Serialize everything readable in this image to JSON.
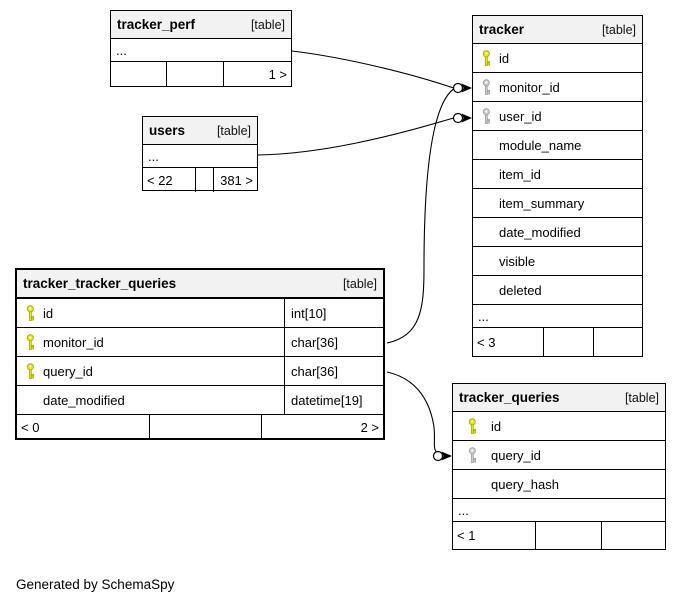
{
  "diagram": {
    "generated_by": "Generated by SchemaSpy",
    "colors": {
      "primary_key": "#e8e800",
      "primary_key_edge": "#a0a000",
      "foreign_key": "#cccccc",
      "foreign_key_edge": "#999999",
      "header_bg": "#f2f2f2",
      "line": "#000000"
    },
    "tables": [
      {
        "id": "tracker_perf",
        "name": "tracker_perf",
        "type_label": "[table]",
        "ellipsis": "...",
        "columns": [],
        "footer": [
          "",
          "",
          "1 >"
        ]
      },
      {
        "id": "users",
        "name": "users",
        "type_label": "[table]",
        "ellipsis": "...",
        "columns": [],
        "footer": [
          "< 22",
          "",
          "381 >"
        ]
      },
      {
        "id": "tracker",
        "name": "tracker",
        "type_label": "[table]",
        "ellipsis": "...",
        "columns": [
          {
            "name": "id",
            "key": "pk"
          },
          {
            "name": "monitor_id",
            "key": "fk"
          },
          {
            "name": "user_id",
            "key": "fk"
          },
          {
            "name": "module_name"
          },
          {
            "name": "item_id"
          },
          {
            "name": "item_summary"
          },
          {
            "name": "date_modified"
          },
          {
            "name": "visible"
          },
          {
            "name": "deleted"
          }
        ],
        "footer": [
          "< 3",
          "",
          ""
        ]
      },
      {
        "id": "tracker_tracker_queries",
        "name": "tracker_tracker_queries",
        "type_label": "[table]",
        "has_types": true,
        "columns": [
          {
            "name": "id",
            "key": "pk",
            "type": "int[10]"
          },
          {
            "name": "monitor_id",
            "key": "pk",
            "type": "char[36]"
          },
          {
            "name": "query_id",
            "key": "pk",
            "type": "char[36]"
          },
          {
            "name": "date_modified",
            "type": "datetime[19]"
          }
        ],
        "footer": [
          "< 0",
          "",
          "2 >"
        ]
      },
      {
        "id": "tracker_queries",
        "name": "tracker_queries",
        "type_label": "[table]",
        "ellipsis": "...",
        "columns": [
          {
            "name": "id",
            "key": "pk"
          },
          {
            "name": "query_id",
            "key": "fk"
          },
          {
            "name": "query_hash"
          }
        ],
        "footer": [
          "< 1",
          "",
          ""
        ]
      }
    ],
    "relationships": [
      {
        "from_table": "tracker_perf",
        "to_table": "tracker",
        "to_column": "monitor_id"
      },
      {
        "from_table": "users",
        "to_table": "tracker",
        "to_column": "user_id"
      },
      {
        "from_table": "tracker_tracker_queries",
        "from_column": "monitor_id",
        "to_table": "tracker",
        "to_column": "monitor_id"
      },
      {
        "from_table": "tracker_tracker_queries",
        "from_column": "query_id",
        "to_table": "tracker_queries",
        "to_column": "query_id"
      }
    ]
  }
}
